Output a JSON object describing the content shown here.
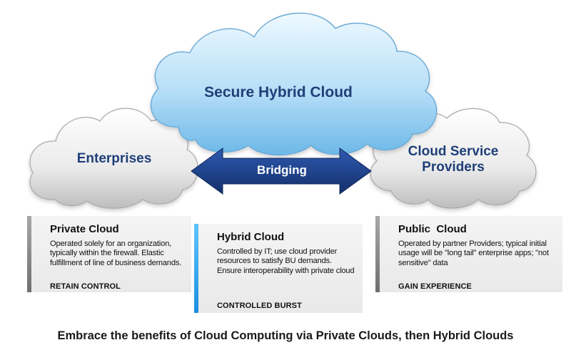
{
  "clouds": {
    "center": "Secure Hybrid Cloud",
    "left": "Enterprises",
    "right_line1": "Cloud Service",
    "right_line2": "Providers"
  },
  "bridge": {
    "label": "Bridging"
  },
  "panels": {
    "private": {
      "title": "Private Cloud",
      "body": "Operated solely for an organization, typically within the firewall. Elastic fulfillment of line of business demands.",
      "tag": "RETAIN CONTROL"
    },
    "hybrid": {
      "title": "Hybrid Cloud",
      "body": "Controlled by IT; use cloud provider resources to satisfy BU demands. Ensure interoperability with private cloud",
      "tag": "CONTROLLED BURST"
    },
    "public": {
      "title": "Public  Cloud",
      "body": "Operated by partner Providers; typical initial usage will be \"long tail\" enterprise apps; \"not sensitive\" data",
      "tag": "GAIN EXPERIENCE"
    }
  },
  "footer": "Embrace the benefits of Cloud Computing via Private Clouds, then Hybrid Clouds",
  "colors": {
    "center_cloud_top": "#e6f6ff",
    "center_cloud_bottom": "#7fc4ee",
    "side_cloud_top": "#ffffff",
    "side_cloud_bottom": "#c9c9c9",
    "label_text": "#1f3f78",
    "bridge_arrow": "#1c3f86",
    "hybrid_accent": "#2aa3f0",
    "gray_accent": "#8a8a8a"
  }
}
